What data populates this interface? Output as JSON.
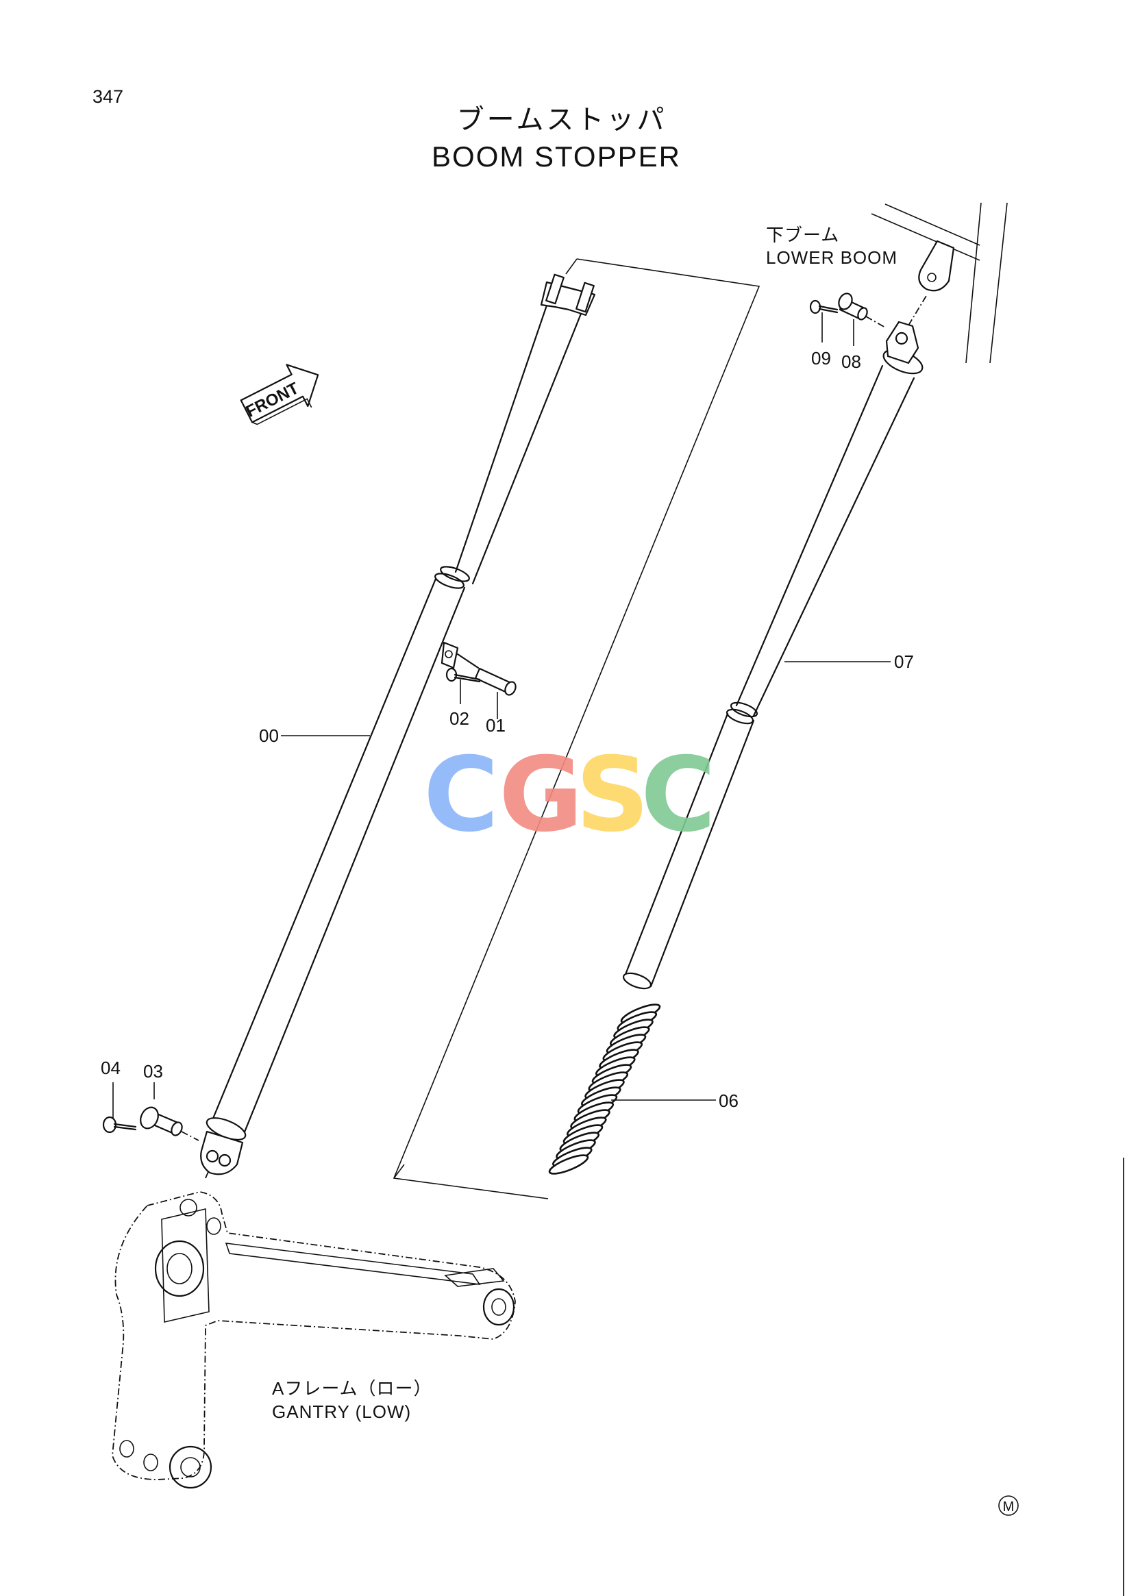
{
  "page_number": "347",
  "title_jp": "ブームストッパ",
  "title_en": "BOOM STOPPER",
  "labels": {
    "lower_boom_jp": "下ブーム",
    "lower_boom_en": "LOWER BOOM",
    "gantry_jp": "Aフレーム（ロー）",
    "gantry_en": "GANTRY (LOW)",
    "front": "FRONT",
    "corner_mark": "M"
  },
  "callouts": [
    "00",
    "01",
    "02",
    "03",
    "04",
    "06",
    "07",
    "08",
    "09"
  ],
  "watermark": {
    "letters": [
      "C",
      "G",
      "S",
      "C"
    ],
    "colors": [
      "#8ab4f8",
      "#f28b82",
      "#fdd663",
      "#81c995"
    ]
  }
}
